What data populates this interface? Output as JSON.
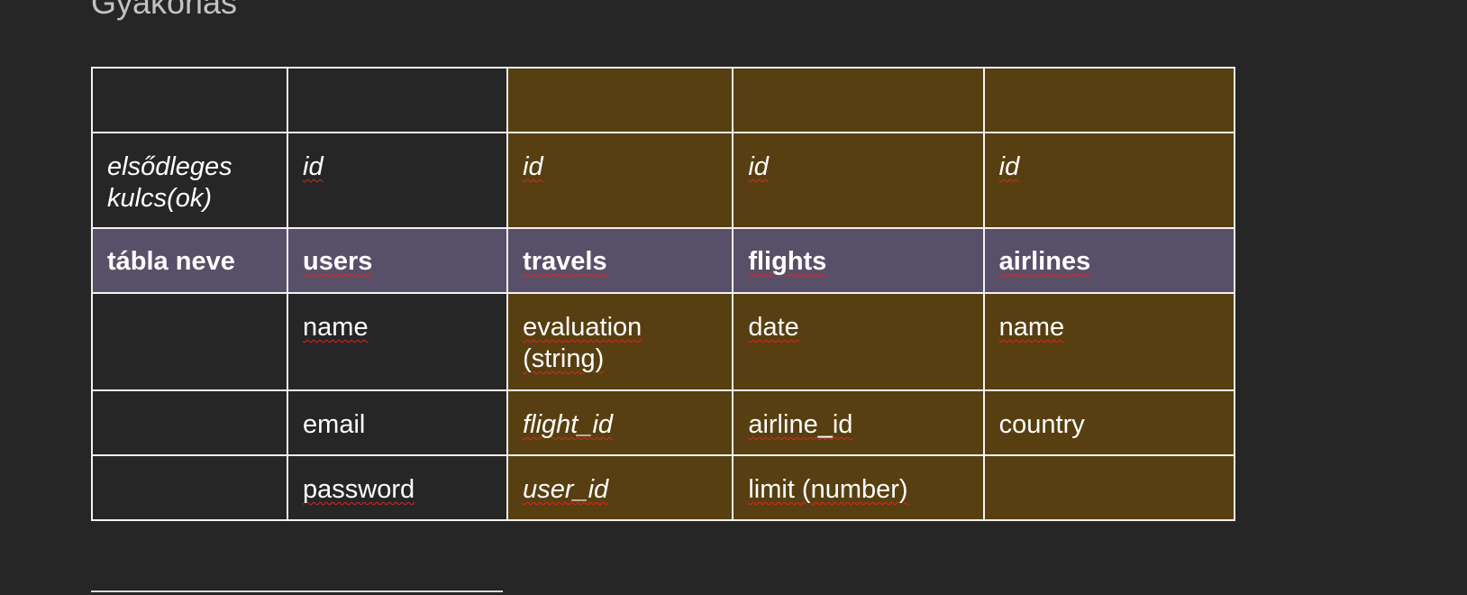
{
  "document": {
    "heading": "Gyakorlás"
  },
  "table": {
    "key_row_label_line1": "elsődleges",
    "key_row_label_line2": "kulcs(ok)",
    "name_row_label": "tábla neve",
    "tables": [
      {
        "name": "users",
        "primary_key": "id",
        "fields": [
          "name",
          "email",
          "password"
        ]
      },
      {
        "name": "travels",
        "primary_key": "id",
        "fields_line1": "evaluation",
        "fields_line2": "(string)",
        "fields": [
          "evaluation (string)",
          "flight_id",
          "user_id"
        ]
      },
      {
        "name": "flights",
        "primary_key": "id",
        "fields": [
          "date",
          "airline_id",
          "limit (number)"
        ]
      },
      {
        "name": "airlines",
        "primary_key": "id",
        "fields": [
          "name",
          "country",
          ""
        ]
      }
    ]
  },
  "colors": {
    "background": "#262626",
    "brown_cell": "#583f11",
    "purple_header": "#585068",
    "border": "#f2f2f2",
    "spellcheck_underline": "#e02424"
  }
}
